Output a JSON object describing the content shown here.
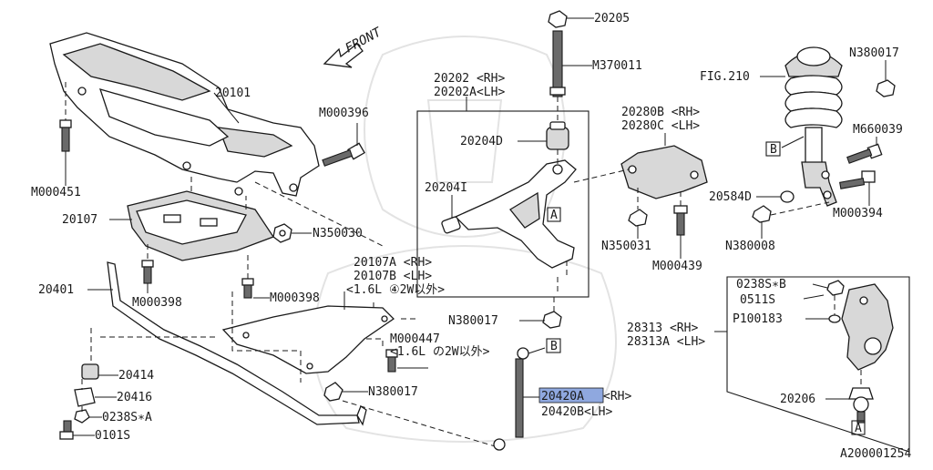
{
  "diagram": {
    "front_label": "FRONT",
    "figure_id": "A200001254",
    "highlight_color": "#8fa8df",
    "parts": {
      "p20101": "20101",
      "p20107": "20107",
      "p20401": "20401",
      "p20414": "20414",
      "p20416": "20416",
      "p0238SA": "0238S∗A",
      "p0101S": "0101S",
      "M000451": "M000451",
      "M000398a": "M000398",
      "M000398b": "M000398",
      "M000396": "M000396",
      "N350030": "N350030",
      "p20107AB_1": "20107A <RH>",
      "p20107AB_2": "20107B <LH>",
      "p20107AB_3": "<1.6L ④2W以外>",
      "M000447_1": "M000447",
      "M000447_2": "<1.6L の2W以外>",
      "N380017_low": "N380017",
      "p20202_1": "20202 <RH>",
      "p20202_2": "20202A<LH>",
      "p20204D": "20204D",
      "p20204I": "20204I",
      "p20205": "20205",
      "M370011": "M370011",
      "N380017_mid": "N380017",
      "p20420A": "20420A",
      "p20420A_side": "<RH>",
      "p20420B": "20420B<LH>",
      "p20280_1": "20280B <RH>",
      "p20280_2": "20280C <LH>",
      "N350031": "N350031",
      "M000439": "M000439",
      "FIG210": "FIG.210",
      "N380017_top": "N380017",
      "M660039": "M660039",
      "p20584D": "20584D",
      "M000394": "M000394",
      "N380008": "N380008",
      "p0238SB": "0238S∗B",
      "p0511S": "0511S",
      "P100183": "P100183",
      "p28313_1": "28313 <RH>",
      "p28313_2": "28313A <LH>",
      "p20206": "20206"
    },
    "markers": {
      "A_arm": "A",
      "B_link": "B",
      "B_strut": "B",
      "A_knuckle": "A"
    }
  }
}
